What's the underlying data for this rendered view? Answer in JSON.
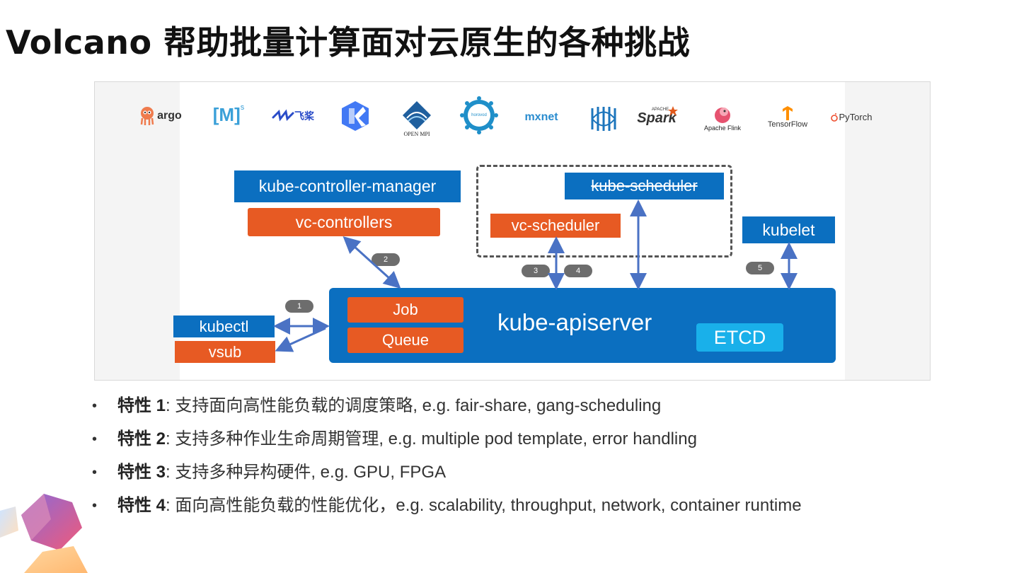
{
  "title": "Volcano 帮助批量计算面对云原生的各种挑战",
  "logos": {
    "argo": "argo",
    "mpi_ms": "[M]",
    "mpi_ms_sup": "s",
    "paddle": "飞桨",
    "openmpi": "OPEN MPI",
    "horovod": "horovod",
    "mxnet": "mxnet",
    "spark": "Spark",
    "spark_top": "APACHE",
    "flink": "Apache Flink",
    "tensorflow": "TensorFlow",
    "pytorch": "PyTorch"
  },
  "diagram": {
    "kube_controller_manager": "kube-controller-manager",
    "vc_controllers": "vc-controllers",
    "kube_scheduler": "kube-scheduler",
    "vc_scheduler": "vc-scheduler",
    "kubelet": "kubelet",
    "kubectl": "kubectl",
    "vsub": "vsub",
    "job": "Job",
    "queue": "Queue",
    "kube_apiserver": "kube-apiserver",
    "etcd": "ETCD",
    "badges": [
      "1",
      "2",
      "3",
      "4",
      "5"
    ]
  },
  "features": [
    {
      "bullet": "•",
      "label": "特性 1",
      "text": ": 支持面向高性能负载的调度策略, e.g. fair-share, gang-scheduling"
    },
    {
      "bullet": "•",
      "label": "特性 2",
      "text": ": 支持多种作业生命周期管理, e.g. multiple pod template, error handling"
    },
    {
      "bullet": "•",
      "label": "特性 3",
      "text": ": 支持多种异构硬件, e.g. GPU, FPGA"
    },
    {
      "bullet": "•",
      "label": "特性 4",
      "text": ": 面向高性能负载的性能优化，e.g. scalability, throughput, network, container runtime"
    }
  ],
  "colors": {
    "blue": "#0b6fc0",
    "orange": "#e75a23",
    "cyan": "#19b0ea",
    "arrow": "#4a72c4",
    "badge": "#6d6d6d"
  }
}
